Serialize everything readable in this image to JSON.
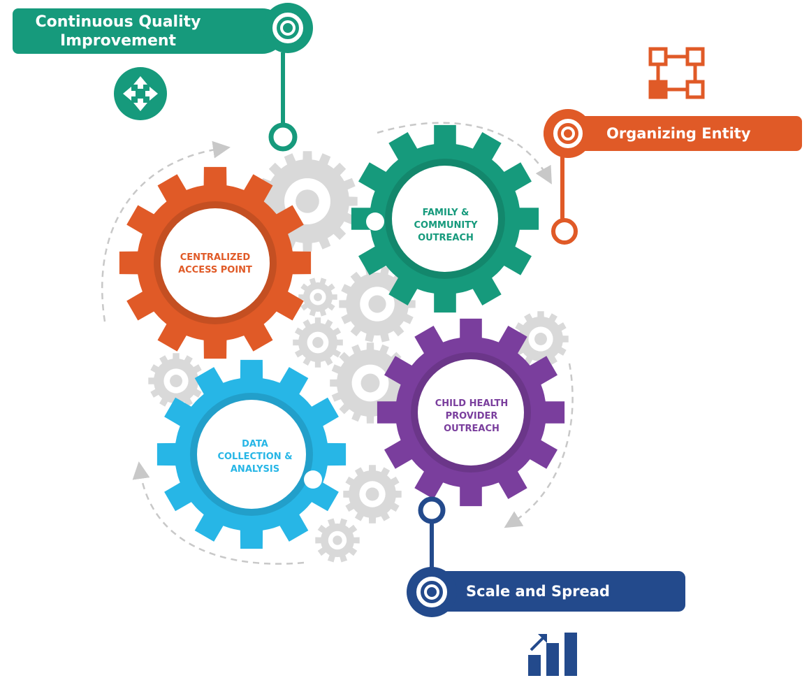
{
  "pills": {
    "cqi": {
      "label": "Continuous Quality Improvement",
      "color": "#169a7c",
      "icon": "arrows-move-icon"
    },
    "organizing": {
      "label": "Organizing Entity",
      "color": "#e05a27",
      "icon": "org-chart-icon"
    },
    "scale": {
      "label": "Scale and Spread",
      "color": "#234a8c",
      "icon": "bar-chart-growth-icon"
    }
  },
  "gears": [
    {
      "id": "centralized",
      "label": "CENTRALIZED ACCESS POINT",
      "color": "#e05a27"
    },
    {
      "id": "family",
      "label": "FAMILY & COMMUNITY OUTREACH",
      "color": "#169a7c"
    },
    {
      "id": "data",
      "label": "DATA COLLECTION & ANALYSIS",
      "color": "#27b6e6"
    },
    {
      "id": "child",
      "label": "CHILD HEALTH PROVIDER OUTREACH",
      "color": "#7a3e9d"
    }
  ],
  "colors": {
    "gray_gear": "#d9d9d9",
    "dashed_arrow": "#c8c8c8"
  }
}
